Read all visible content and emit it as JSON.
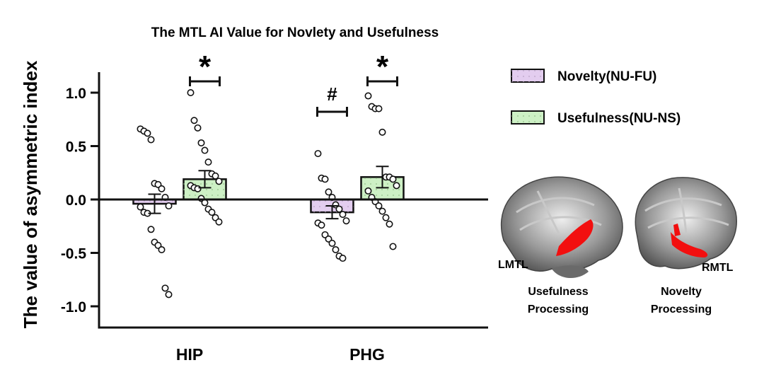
{
  "chart_data": {
    "type": "bar",
    "title": "The MTL AI Value for Novlety and Usefulness",
    "ylabel": "The value of asymmetric index",
    "ylim": [
      -1.2,
      1.2
    ],
    "yticks": [
      "1.0",
      "0.5",
      "0.0",
      "-0.5",
      "-1.0"
    ],
    "ytick_values": [
      1.0,
      0.5,
      0.0,
      -0.5,
      -1.0
    ],
    "categories": [
      "HIP",
      "PHG"
    ],
    "series": [
      {
        "name": "Novelty(NU-FU)",
        "color": "#e3cdef",
        "values": [
          -0.04,
          -0.12
        ],
        "sem": [
          0.09,
          0.06
        ],
        "points": [
          [
            0.66,
            0.64,
            0.62,
            0.56,
            0.15,
            0.14,
            0.1,
            0.02,
            -0.06,
            -0.07,
            -0.12,
            -0.13,
            -0.28,
            -0.4,
            -0.43,
            -0.47,
            -0.83,
            -0.89
          ],
          [
            0.43,
            0.2,
            0.19,
            0.07,
            0.02,
            -0.05,
            -0.09,
            -0.14,
            -0.2,
            -0.22,
            -0.24,
            -0.33,
            -0.37,
            -0.41,
            -0.47,
            -0.53,
            -0.55
          ]
        ]
      },
      {
        "name": "Usefulness(NU-NS)",
        "color": "#cdf0c5",
        "values": [
          0.19,
          0.21
        ],
        "sem": [
          0.08,
          0.1
        ],
        "points": [
          [
            1.0,
            0.74,
            0.67,
            0.53,
            0.46,
            0.35,
            0.24,
            0.22,
            0.17,
            0.13,
            0.11,
            0.1,
            0.01,
            -0.03,
            -0.09,
            -0.12,
            -0.17,
            -0.21
          ],
          [
            0.97,
            0.87,
            0.85,
            0.85,
            0.63,
            0.21,
            0.21,
            0.19,
            0.13,
            0.08,
            0.02,
            -0.02,
            -0.06,
            -0.11,
            -0.17,
            -0.23,
            -0.44
          ]
        ]
      }
    ],
    "significance": [
      {
        "category": "HIP",
        "series": "Usefulness(NU-NS)",
        "mark": "*"
      },
      {
        "category": "PHG",
        "series": "Novelty(NU-FU)",
        "mark": "#"
      },
      {
        "category": "PHG",
        "series": "Usefulness(NU-NS)",
        "mark": "*"
      }
    ],
    "legend_position": "top-right"
  },
  "brain_panels": [
    {
      "region_label": "LMTL",
      "caption_line1": "Usefulness",
      "caption_line2": "Processing"
    },
    {
      "region_label": "RMTL",
      "caption_line1": "Novelty",
      "caption_line2": "Processing"
    }
  ],
  "colors": {
    "highlight": "#f20f0f",
    "axis": "#111111"
  }
}
